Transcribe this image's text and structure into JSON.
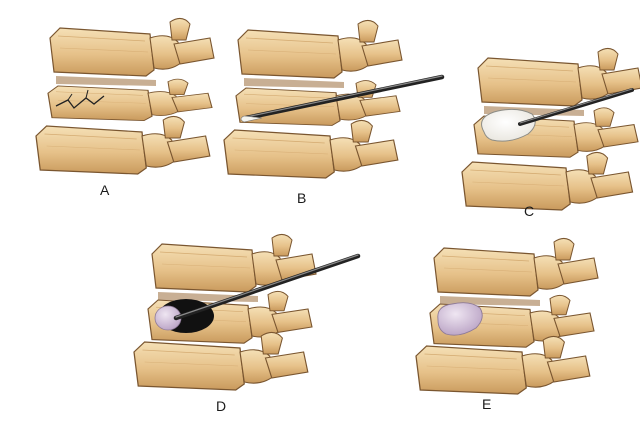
{
  "panels": [
    {
      "id": "A",
      "label": "A"
    },
    {
      "id": "B",
      "label": "B"
    },
    {
      "id": "C",
      "label": "C"
    },
    {
      "id": "D",
      "label": "D"
    },
    {
      "id": "E",
      "label": "E"
    }
  ],
  "colors": {
    "bone": "#e7c48d",
    "bone_light": "#f3dcaf",
    "bone_dark": "#b98a4f",
    "outline": "#7a5630",
    "needle": "#3b3b3b",
    "balloon": "#fbfbf6",
    "cement": "#c7b4cf",
    "cavity": "#111111"
  }
}
